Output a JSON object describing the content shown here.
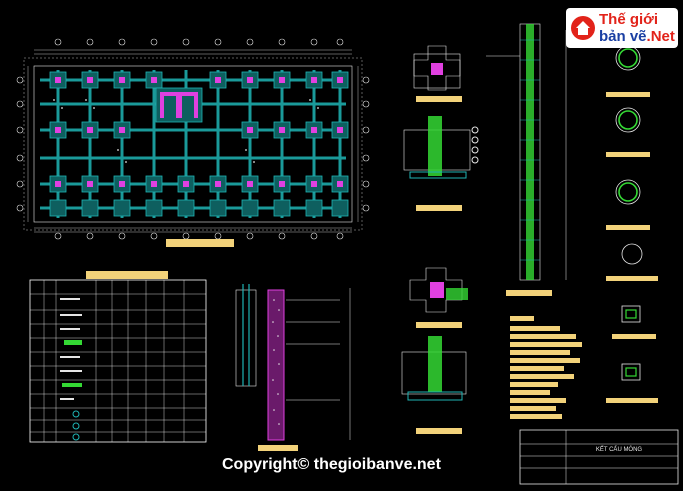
{
  "drawing": {
    "sheet_title": "KẾT CẤU MÓNG",
    "watermark": "Copyright© thegioibanve.net"
  },
  "logo": {
    "line1": "Thế giới",
    "line2_part1": "bản vẽ",
    "line2_part2": ".Net"
  },
  "colors": {
    "background": "#000000",
    "grid_lines": "#1fb5b5",
    "columns": "#e040e0",
    "footings": "#18a0a0",
    "rebar": "#34d834",
    "dimensions": "#e6e6e6",
    "labels": "#f2d27a",
    "table_border": "#ffffff"
  }
}
